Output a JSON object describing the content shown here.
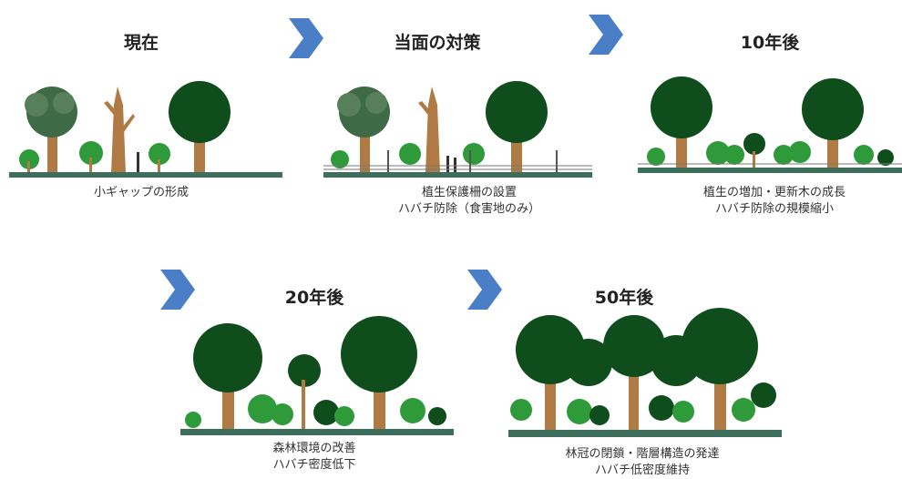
{
  "stages": [
    {
      "title": "現在",
      "captions": [
        "小ギャップの形成"
      ]
    },
    {
      "title": "当面の対策",
      "captions": [
        "植生保護柵の設置",
        "ハバチ防除（食害地のみ）"
      ]
    },
    {
      "title": "10年後",
      "captions": [
        "植生の増加・更新木の成長",
        "ハバチ防除の規模縮小"
      ]
    },
    {
      "title": "20年後",
      "captions": [
        "森林環境の改善",
        "ハバチ密度低下"
      ]
    },
    {
      "title": "50年後",
      "captions": [
        "林冠の閉鎖・階層構造の発達",
        "ハバチ低密度維持"
      ]
    }
  ],
  "colors": {
    "arrow": "#4a7fc8",
    "ground": "#3d6e5c",
    "trunk": "#b07a45",
    "canopy_dark": "#0f4d1c",
    "canopy_old": "#3e6b45",
    "shrub": "#2e9a3a",
    "fence": "#777777"
  }
}
